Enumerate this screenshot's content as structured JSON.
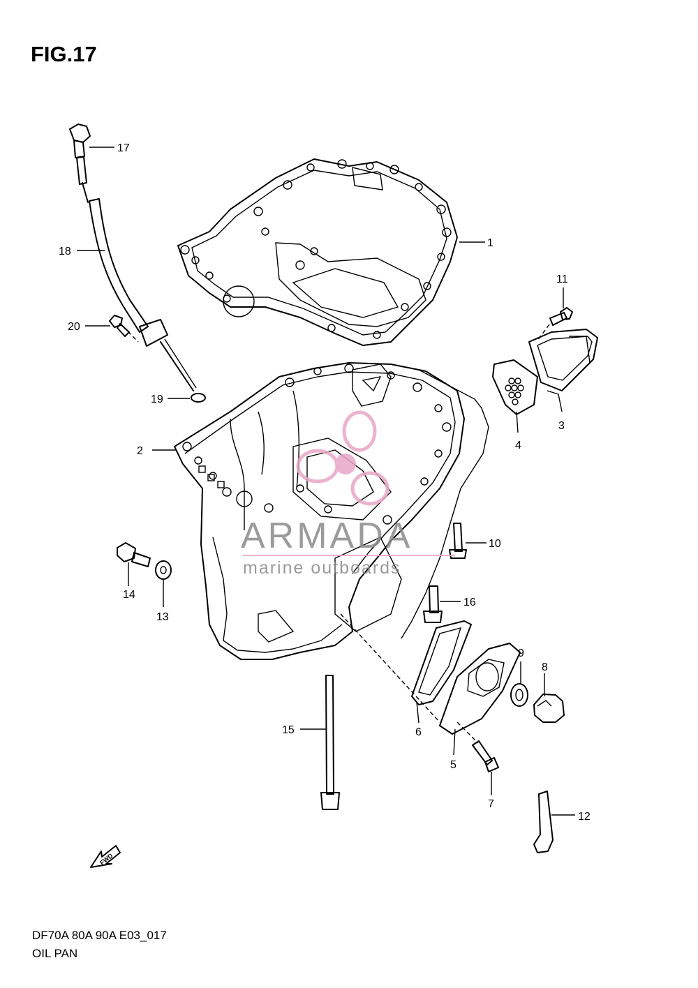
{
  "figure": {
    "title": "FIG.17",
    "model_code": "DF70A 80A 90A E03_017",
    "section_name": "OIL PAN"
  },
  "watermark": {
    "brand": "ARMADA",
    "tagline": "marine outboards",
    "accent_color": "#e9a6c6",
    "text_color": "#8a8a8a"
  },
  "fwd_marker": {
    "label": "FWD"
  },
  "callouts": {
    "p1": "1",
    "p2": "2",
    "p3": "3",
    "p4": "4",
    "p5": "5",
    "p6": "6",
    "p7": "7",
    "p8": "8",
    "p9": "9",
    "p10": "10",
    "p11": "11",
    "p12": "12",
    "p13": "13",
    "p14": "14",
    "p15": "15",
    "p16": "16",
    "p17": "17",
    "p18": "18",
    "p19": "19",
    "p20": "20"
  }
}
